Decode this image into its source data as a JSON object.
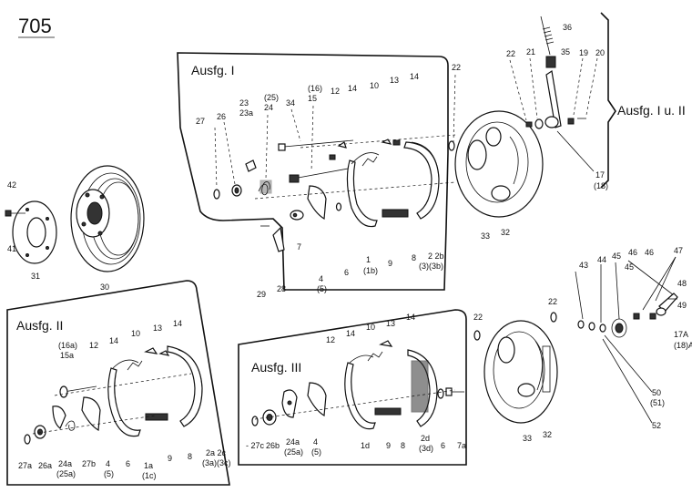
{
  "page_number": "705",
  "groups": {
    "ausf_1": "Ausfg. I",
    "ausf_2": "Ausfg. II",
    "ausf_3": "Ausfg. III",
    "ausf_1u2": "Ausfg. I u. II"
  },
  "labels": {
    "l42": "42",
    "l41": "41",
    "l31": "31",
    "l30": "30",
    "l27": "27",
    "l26": "26",
    "l23": "23",
    "l23a": "23a",
    "l25p": "(25)",
    "l24": "24",
    "l34": "34",
    "l16p": "(16)",
    "l15": "15",
    "l12": "12",
    "l14": "14",
    "l10": "10",
    "l13": "13",
    "l14b": "14",
    "l22": "22",
    "l29": "29",
    "l28": "28",
    "l7": "7",
    "l4": "4",
    "l5p": "(5)",
    "l6": "6",
    "l1": "1",
    "l1bp": "(1b)",
    "l9": "9",
    "l8": "8",
    "l2": "2",
    "l2b": "2b",
    "l3p3b": "(3)(3b)",
    "l33": "33",
    "l32": "32",
    "l36": "36",
    "l35": "35",
    "l21": "21",
    "l19": "19",
    "l20": "20",
    "l22b": "22",
    "l17": "17",
    "l18p": "(18)",
    "a2_16a": "(16a)",
    "a2_15a": "15a",
    "a2_12": "12",
    "a2_14": "14",
    "a2_10": "10",
    "a2_13": "13",
    "a2_14b": "14",
    "a2_27a": "27a",
    "a2_26a": "26a",
    "a2_24a": "24a",
    "a2_25a": "(25a)",
    "a2_27b": "27b",
    "a2_4": "4",
    "a2_5": "(5)",
    "a2_6": "6",
    "a2_1a": "1a",
    "a2_1c": "(1c)",
    "a2_9": "9",
    "a2_8": "8",
    "a2_2a2c": "2a 2c",
    "a2_3a3c": "(3a)(3c)",
    "a3_12": "12",
    "a3_14": "14",
    "a3_10": "10",
    "a3_13": "13",
    "a3_14b": "14",
    "a3_27c": "- 27c",
    "a3_26b": "26b",
    "a3_24a": "24a",
    "a3_25a": "(25a)",
    "a3_4": "4",
    "a3_5": "(5)",
    "a3_1d": "1d",
    "a3_9": "9",
    "a3_8": "8",
    "a3_2d": "2d",
    "a3_3d": "(3d)",
    "a3_6": "6",
    "a3_7a": "7a",
    "r22": "22",
    "r33": "33",
    "r32": "32",
    "r43": "43",
    "r44": "44",
    "r45": "45",
    "r46": "46",
    "r45b": "45",
    "r46b": "46",
    "r47": "47",
    "r48": "48",
    "r49": "49",
    "r17a": "17A",
    "r18a": "(18)A",
    "r50": "50",
    "r51": "(51)",
    "r52": "52"
  }
}
